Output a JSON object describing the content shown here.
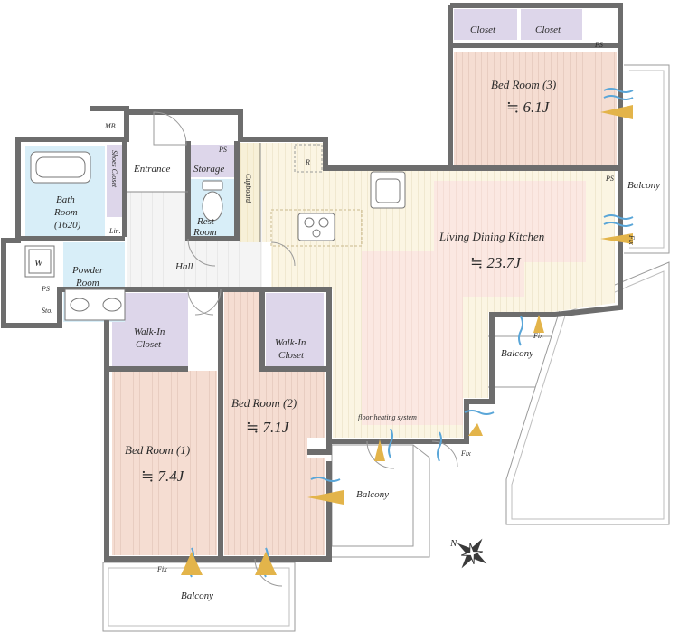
{
  "floorplan": {
    "rooms": {
      "bed_room_3": {
        "label": "Bed Room (3)",
        "area": "≒ 6.1J"
      },
      "ldk": {
        "label": "Living Dining Kitchen",
        "area": "≒ 23.7J"
      },
      "bed_room_2": {
        "label": "Bed Room (2)",
        "area": "≒ 7.1J"
      },
      "bed_room_1": {
        "label": "Bed Room (1)",
        "area": "≒ 7.4J"
      },
      "bath_room": {
        "label_line1": "Bath",
        "label_line2": "Room",
        "label_line3": "(1620)"
      },
      "powder_room": {
        "label_line1": "Powder",
        "label_line2": "Room"
      },
      "rest_room": {
        "label_line1": "Rest",
        "label_line2": "Room"
      },
      "entrance": {
        "label": "Entrance"
      },
      "hall": {
        "label": "Hall"
      },
      "storage": {
        "label": "Storage"
      },
      "shoes_closet": {
        "label": "Shoes Closet"
      },
      "cupboard": {
        "label": "Cupboard"
      },
      "walk_in_closet_1": {
        "label_line1": "Walk-In",
        "label_line2": "Closet"
      },
      "walk_in_closet_2": {
        "label_line1": "Walk-In",
        "label_line2": "Closet"
      },
      "closet_a": {
        "label": "Closet"
      },
      "closet_b": {
        "label": "Closet"
      }
    },
    "balconies": {
      "east": "Balcony",
      "ldk": "Balcony",
      "center": "Balcony",
      "south": "Balcony"
    },
    "small_labels": {
      "mb": "MB",
      "ps_top": "PS",
      "ps_rest": "PS",
      "ps_powder": "PS",
      "ps_right": "PS",
      "lin": "Lin.",
      "sto": "Sto.",
      "w": "W",
      "r": "R",
      "fix_south": "Fix",
      "fix_ldk": "Fix",
      "fix_right": "Fix",
      "fix_center": "Fix",
      "floor_heating": "floor heating system"
    },
    "compass": {
      "label": "N"
    },
    "colors": {
      "wall": "#6d6d6d",
      "bedroom_floor": "#f5ddd2",
      "bedroom_stripe": "#d7b8ac",
      "ldk_floor": "#fbf5e3",
      "ldk_stripe": "#e3d7b4",
      "ldk_rug": "#fbe8e2",
      "closet": "#ddd6ea",
      "bath": "#d8eef8",
      "wood_floor": "#f7f0d8",
      "air_flow": "#5aa6d8",
      "light_cone": "#e3b44a"
    }
  }
}
